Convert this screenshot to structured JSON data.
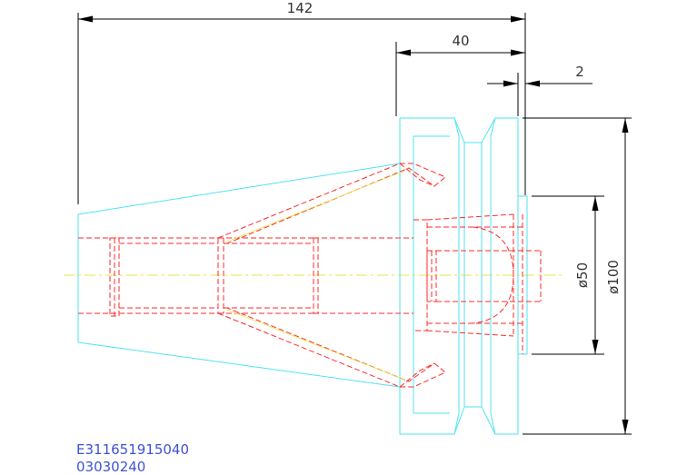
{
  "drawing": {
    "dimensions": {
      "overall_length": "142",
      "flange_length": "40",
      "small_offset": "2",
      "pilot_diameter": "ø50",
      "flange_diameter": "ø100"
    },
    "part_codes": {
      "line1": "E311651915040",
      "line2": "03030240"
    },
    "colors": {
      "outline": "#4fe3f0",
      "hidden": "#ff2a2a",
      "centerline": "#e5e64a",
      "dimension": "#000000",
      "dim_text": "#333333",
      "code_text": "#3f51d7"
    }
  }
}
